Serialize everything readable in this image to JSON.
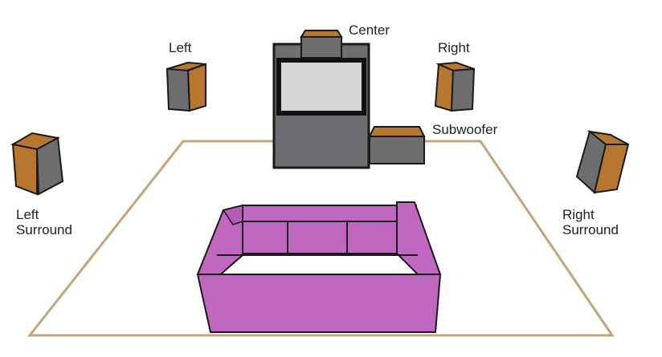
{
  "labels": {
    "center": "Center",
    "left": "Left",
    "right": "Right",
    "subwoofer": "Subwoofer",
    "left_surround": [
      "Left",
      "Surround"
    ],
    "right_surround": [
      "Right",
      "Surround"
    ]
  },
  "colors": {
    "speaker_wood": "#b8772e",
    "speaker_face": "#6d6d70",
    "tv_body": "#6e6e72",
    "tv_screen": "#d6d6d6",
    "room_outline": "#c3a57a",
    "sofa": "#c068c0",
    "sofa_dark": "#a84fa8",
    "outline": "#1a1a1a"
  }
}
